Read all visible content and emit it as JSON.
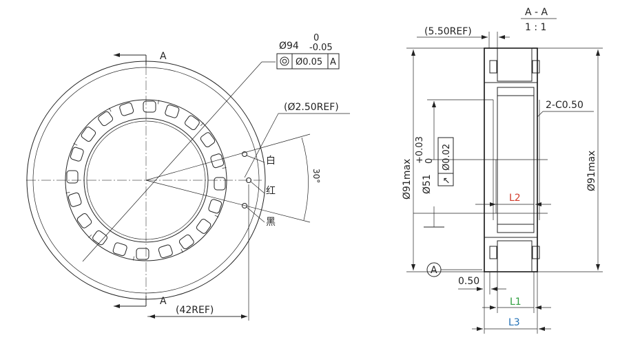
{
  "front_view": {
    "section_label_top": "A",
    "section_label_bottom": "A",
    "outer_dia_tolerance": {
      "dia": "Ø94",
      "upper": "0",
      "lower": "-0.05"
    },
    "concentricity_frame": {
      "symbol": "◎",
      "tolerance": "Ø0.05",
      "datum": "A"
    },
    "hole_dia": "(Ø2.50REF)",
    "angle": "30°",
    "wire_white": "白",
    "wire_red": "红",
    "wire_black": "黑",
    "width_ref": "(42REF)"
  },
  "section_view": {
    "title": "A - A",
    "scale": "1 : 1",
    "top_ref": "(5.50REF)",
    "chamfer": "2-C0.50",
    "outer_dia_left": "Ø91max",
    "outer_dia_right": "Ø91max",
    "bore_dia": "Ø51",
    "bore_upper": "+0.03",
    "bore_lower": "0",
    "runout_frame": {
      "symbol": "↗",
      "tolerance": "Ø0.02"
    },
    "datum_label": "A",
    "step": "0.50",
    "l1": "L1",
    "l2": "L2",
    "l3": "L3",
    "colors": {
      "l1": "#2e9e3e",
      "l2": "#d23a2a",
      "l3": "#1f6fb5"
    }
  }
}
